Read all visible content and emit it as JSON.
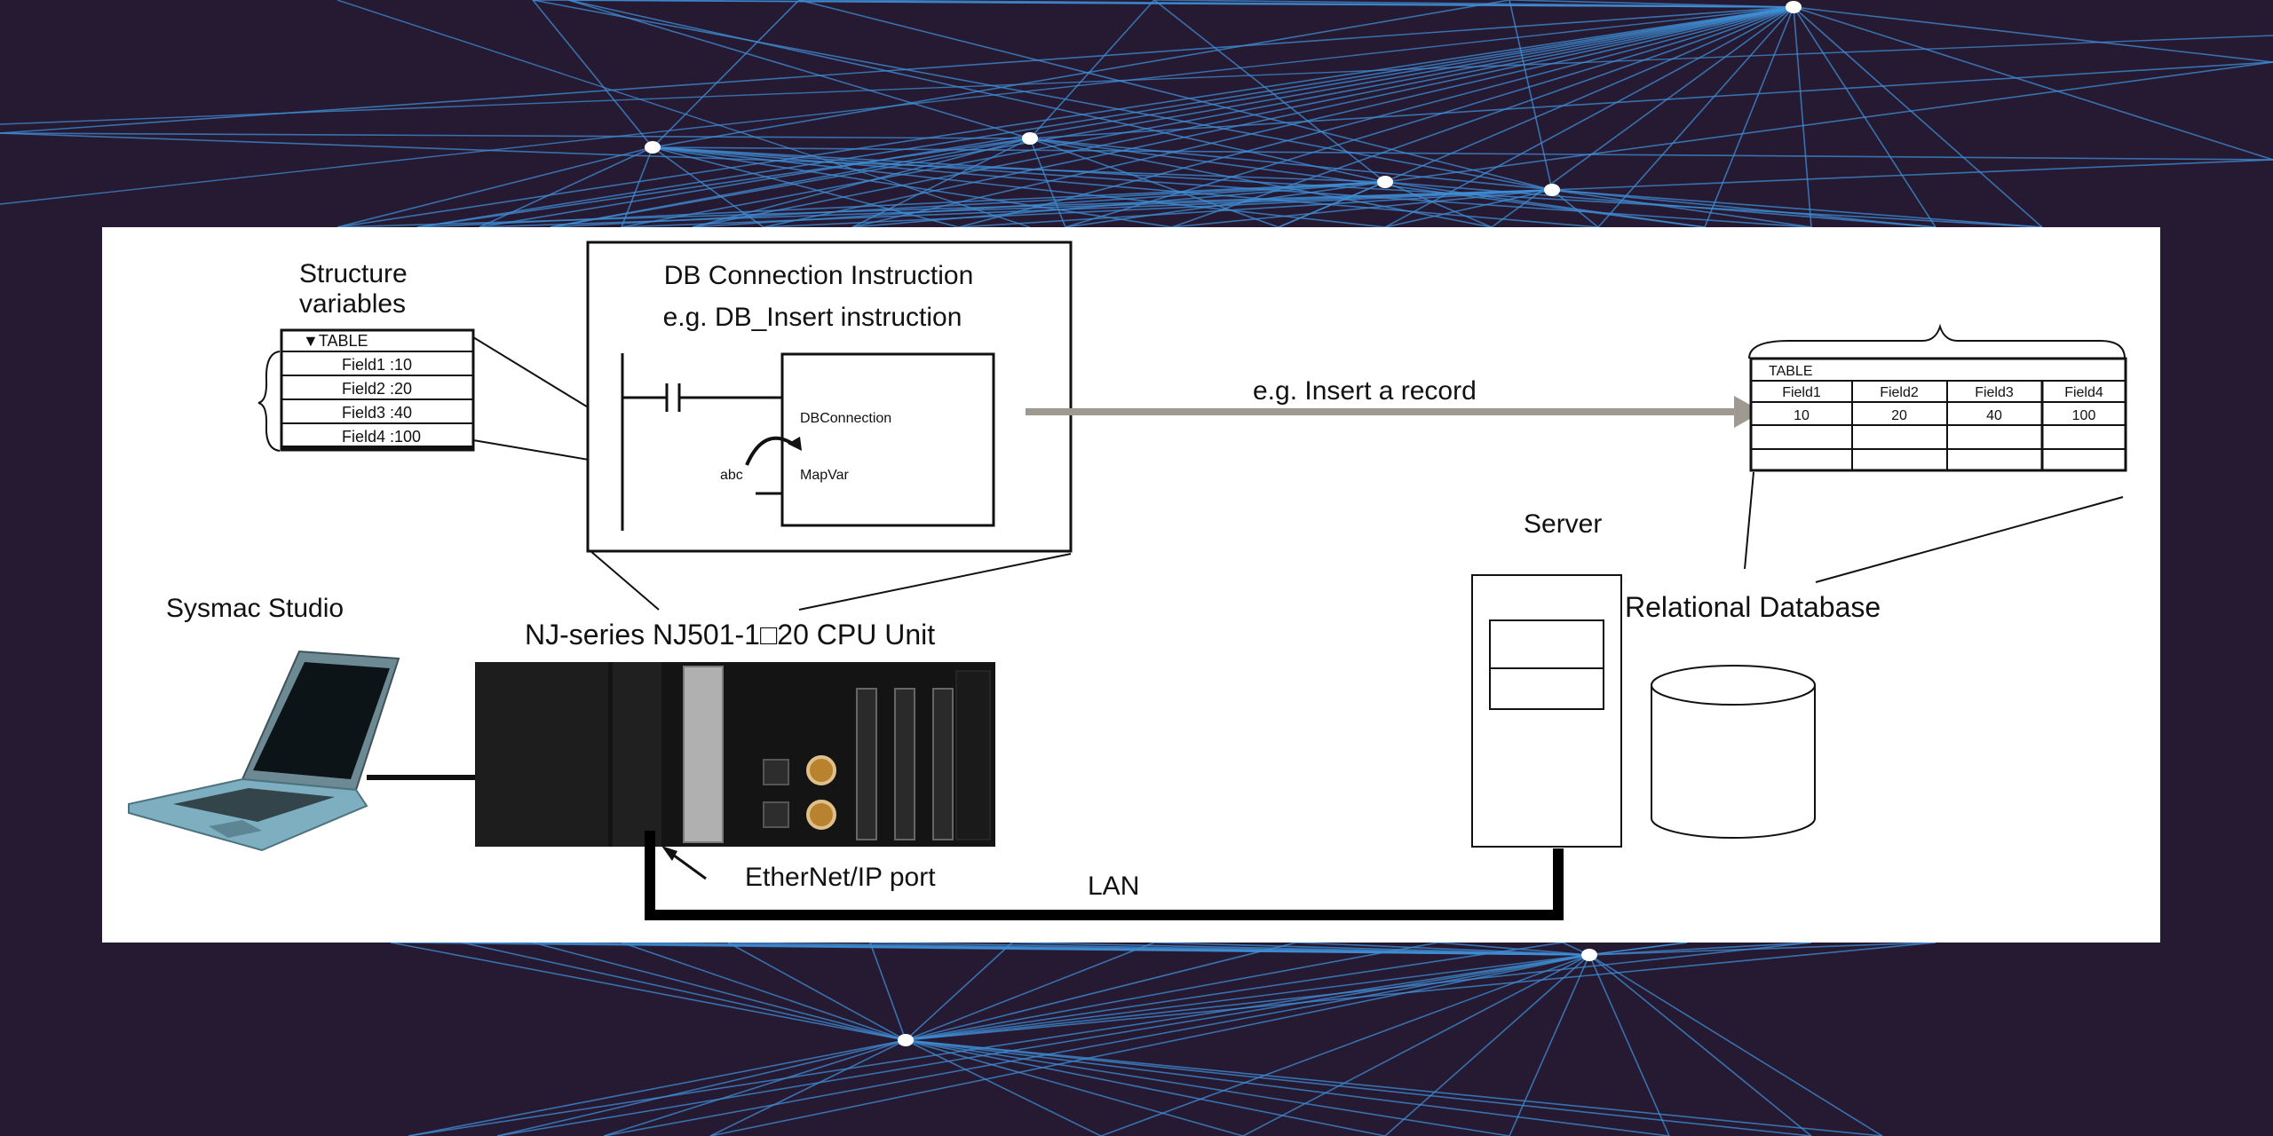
{
  "colors": {
    "background": "#261a33",
    "network_lines": "#3f8fd6",
    "panel": "#ffffff",
    "arrow": "#9e9a92",
    "lan_cable": "#000000"
  },
  "structure_variables": {
    "title_line1": "Structure",
    "title_line2": "variables",
    "table_header": "▼TABLE",
    "fields": [
      "Field1 :10",
      "Field2 :20",
      "Field3 :40",
      "Field4 :100"
    ]
  },
  "instruction_box": {
    "title_line1": "DB Connection Instruction",
    "title_line2": "e.g. DB_Insert instruction",
    "fb_input1": "DBConnection",
    "fb_input2": "MapVar",
    "variable": "abc"
  },
  "arrow_label": "e.g. Insert a record",
  "db_table": {
    "title": "TABLE",
    "headers": [
      "Field1",
      "Field2",
      "Field3",
      "Field4"
    ],
    "values": [
      "10",
      "20",
      "40",
      "100"
    ]
  },
  "labels": {
    "server": "Server",
    "relational_database": "Relational Database",
    "sysmac_studio": "Sysmac Studio",
    "cpu_unit": "NJ-series NJ501-1□20 CPU Unit",
    "ethernet_port": "EtherNet/IP port",
    "lan": "LAN"
  }
}
